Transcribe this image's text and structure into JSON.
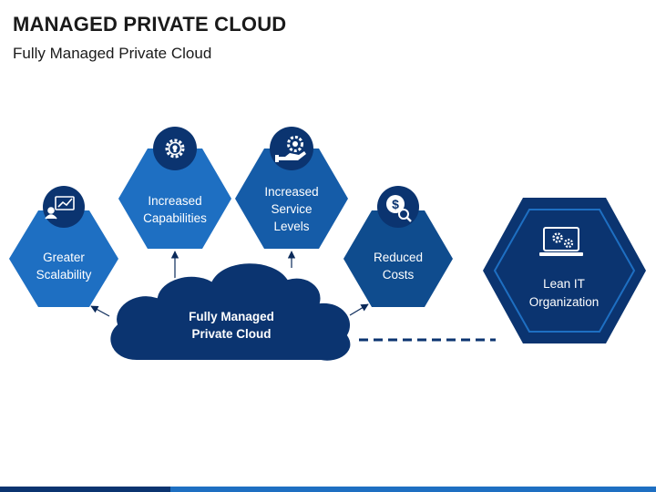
{
  "title": "MANAGED PRIVATE CLOUD",
  "subtitle": "Fully Managed Private Cloud",
  "cloud": {
    "line1": "Fully Managed",
    "line2": "Private Cloud"
  },
  "nodes": [
    {
      "id": "greater-scalability",
      "lines": [
        "Greater",
        "Scalability"
      ],
      "icon": "growth-chart-presentation-icon",
      "color": "#1e6fc2"
    },
    {
      "id": "increased-capabilities",
      "lines": [
        "Increased",
        "Capabilities"
      ],
      "icon": "gear-lightbulb-icon",
      "color": "#1e6fc2"
    },
    {
      "id": "increased-service-levels",
      "lines": [
        "Increased",
        "Service",
        "Levels"
      ],
      "icon": "gear-hand-icon",
      "color": "#155ca8"
    },
    {
      "id": "reduced-costs",
      "lines": [
        "Reduced",
        "Costs"
      ],
      "icon": "dollar-magnifier-icon",
      "color": "#0f4c8e"
    }
  ],
  "lean": {
    "lines": [
      "Lean IT",
      "Organization"
    ],
    "icon": "laptop-gears-icon",
    "color": "#0b3470"
  },
  "colors": {
    "dark_navy": "#0b3470",
    "circle_bg": "#0b3470"
  }
}
